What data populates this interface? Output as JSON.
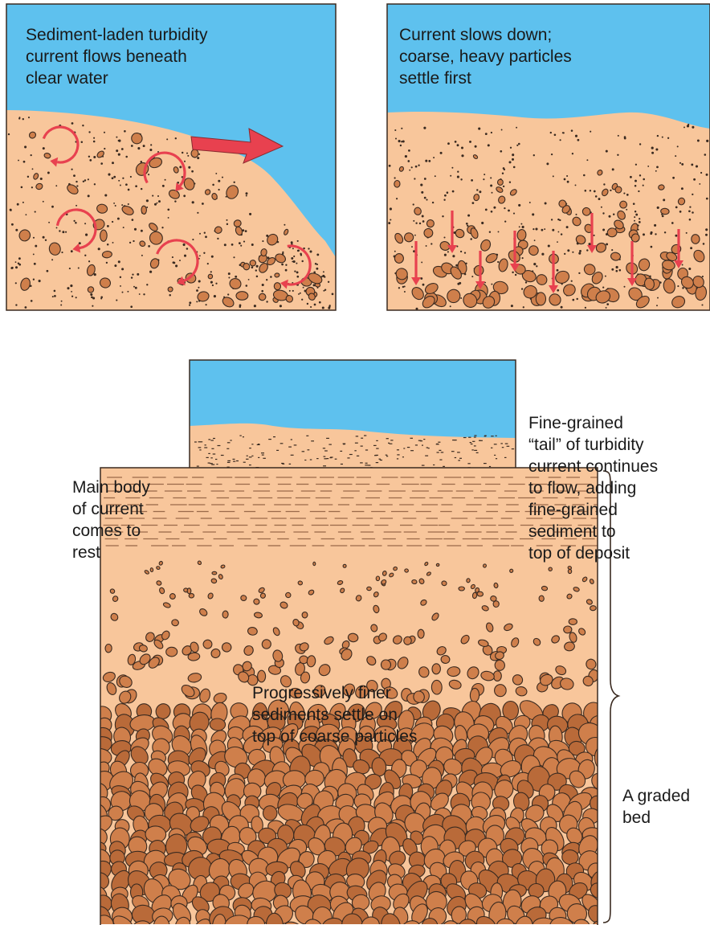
{
  "colors": {
    "water": "#5ec1ee",
    "sediment": "#f8c69b",
    "pebble": "#cf7f4b",
    "pebble_dark": "#b96a39",
    "outline": "#3a2a20",
    "arrow": "#e8414f"
  },
  "panel1": {
    "label_lines": [
      "Sediment-laden turbidity",
      "current flows beneath",
      "clear water"
    ]
  },
  "panel2": {
    "label_lines": [
      "Current slows down;",
      "coarse, heavy particles",
      "settle first"
    ]
  },
  "panel3": {
    "left_label_lines": [
      "Main body",
      "of current",
      "comes to",
      "rest"
    ],
    "right_label_lines": [
      "Fine-grained",
      "“tail” of turbidity",
      "current continues",
      "to flow, adding",
      "fine-grained",
      "sediment to",
      "top of deposit"
    ],
    "bottom_label_lines": [
      "Progressively finer",
      "sediments settle on",
      "top of coarse particles"
    ]
  },
  "panel4": {
    "bracket_label_lines": [
      "A graded",
      "bed"
    ]
  }
}
